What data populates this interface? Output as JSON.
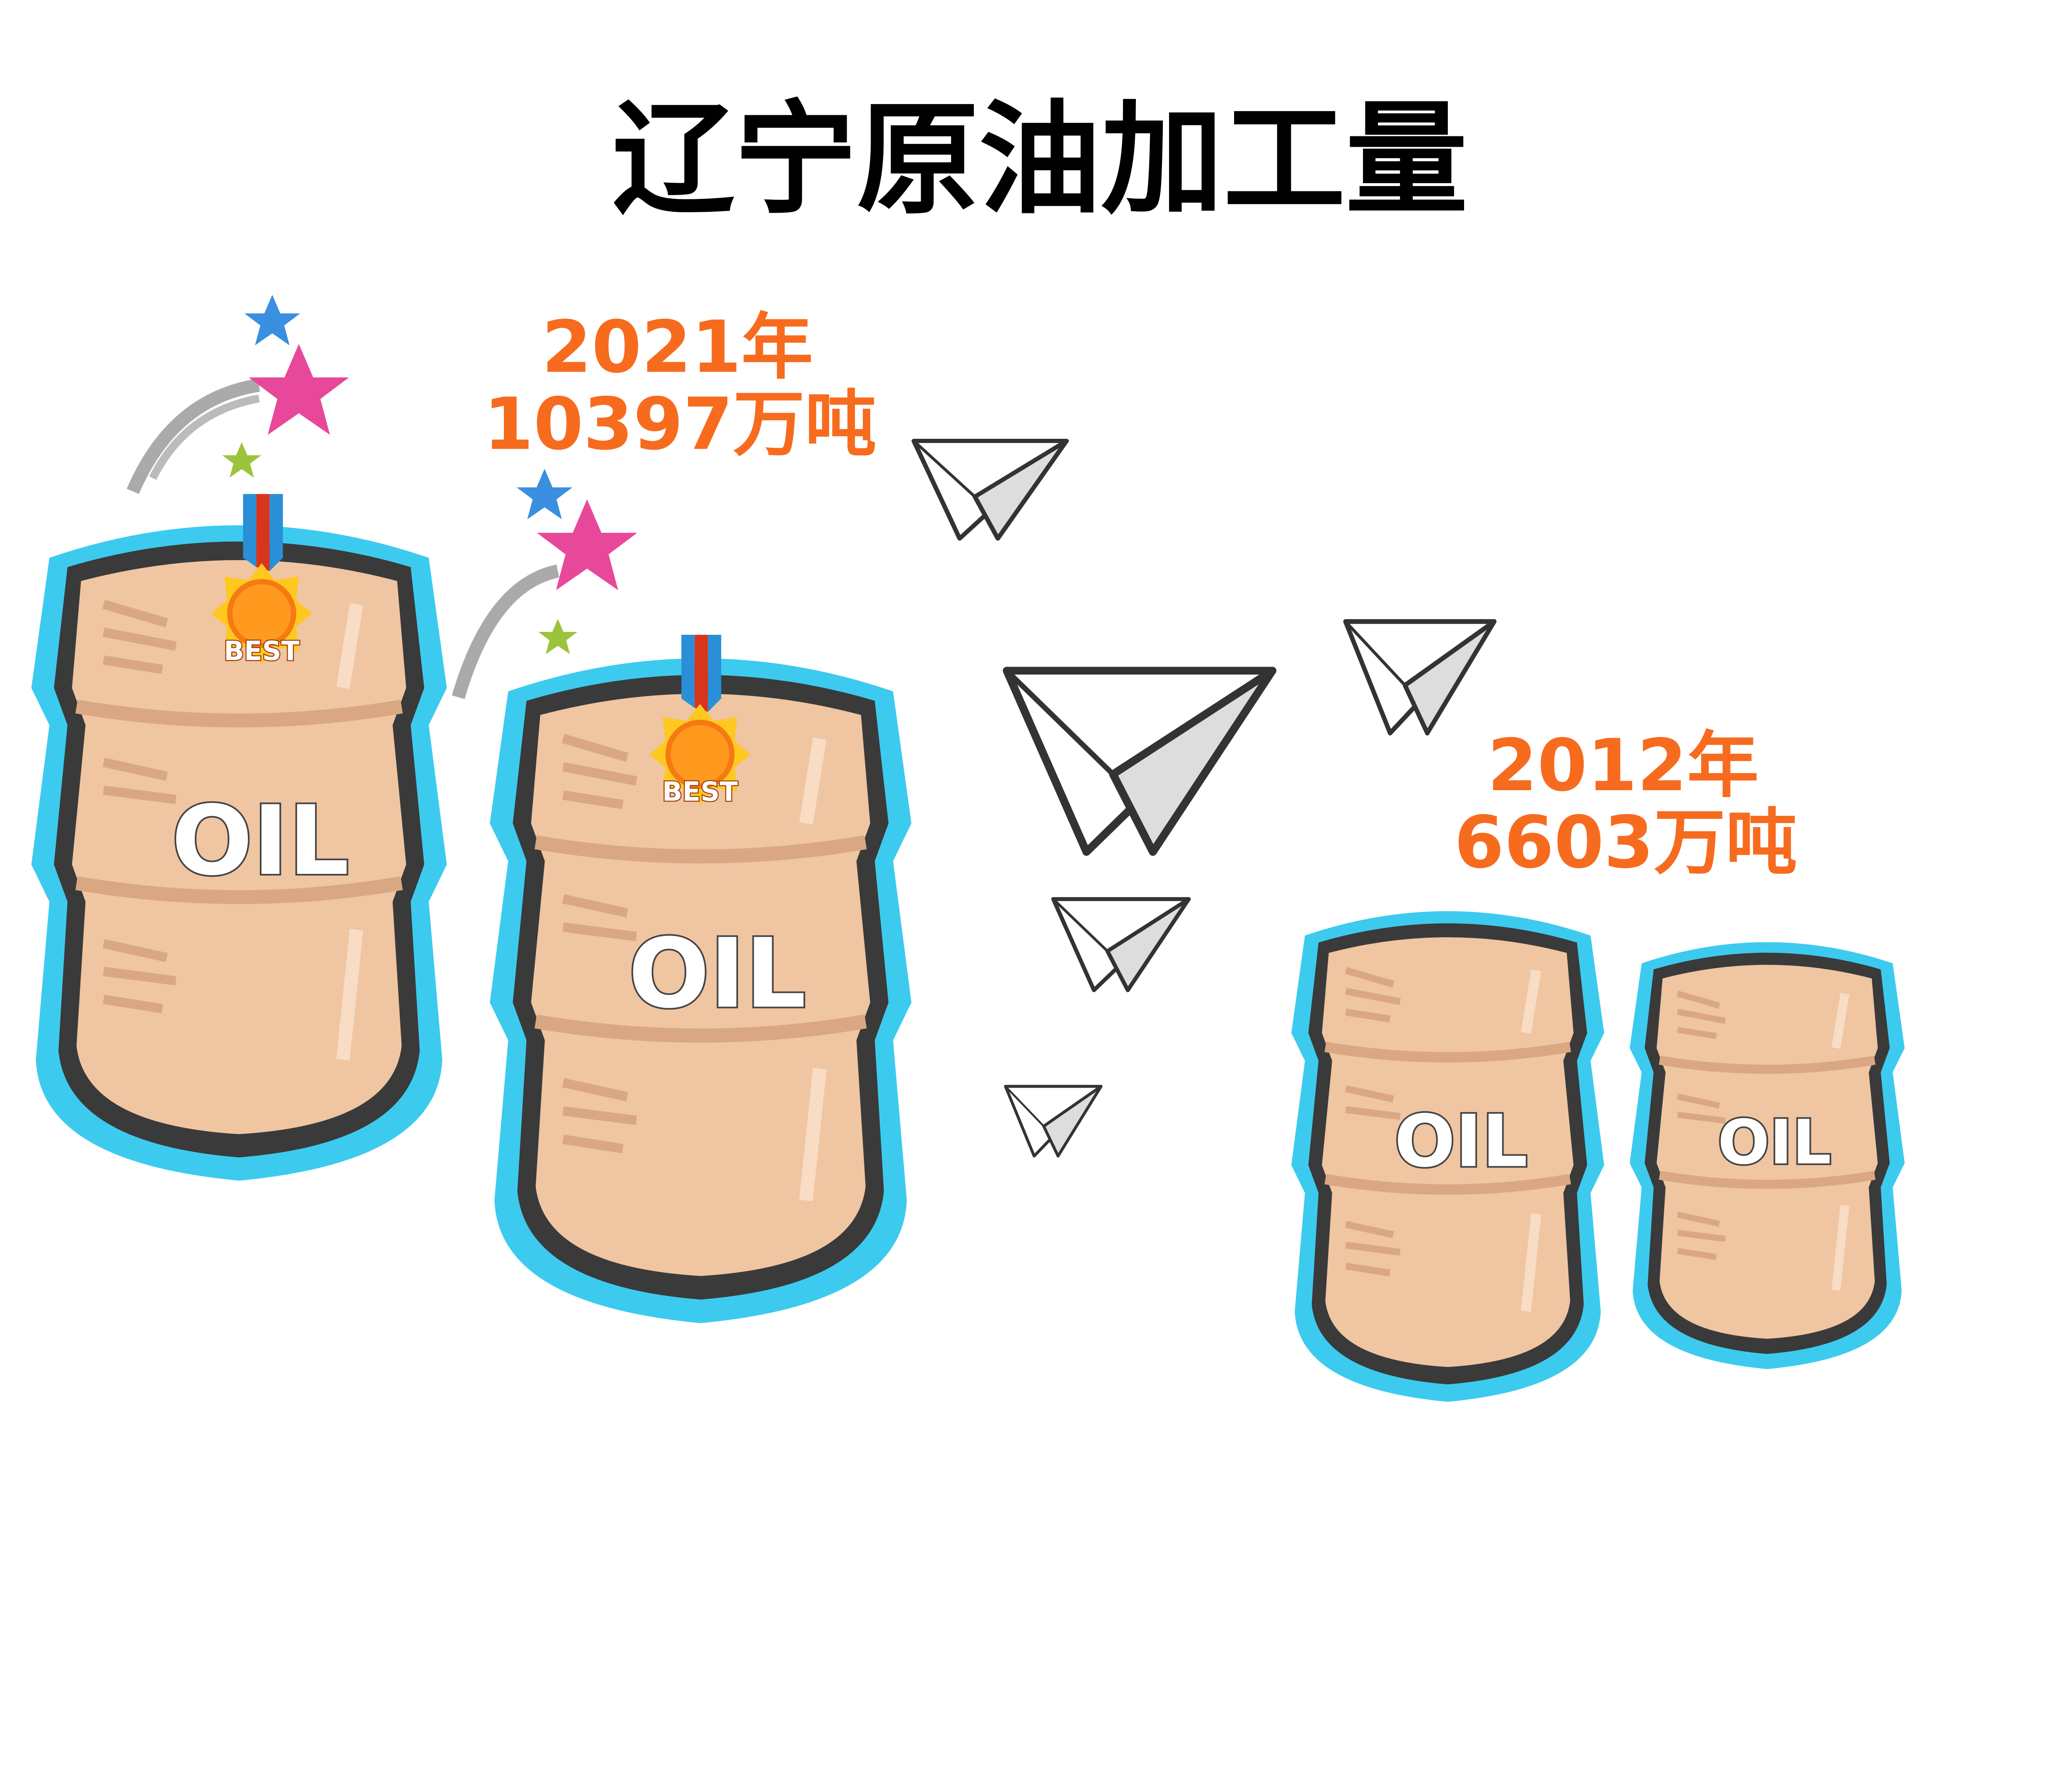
{
  "title": "辽宁原油加工量",
  "labels": [
    {
      "year": "2021年",
      "value": "10397万吨"
    },
    {
      "year": "2012年",
      "value": "6603万吨"
    }
  ],
  "barrel_text": "OIL",
  "medal_text": "BEST",
  "colors": {
    "label": "#F76B1F",
    "barrel_fill": "#EFC5A2",
    "barrel_outline": "#3a3a3a",
    "barrel_glow": "#3CCBEF"
  },
  "icons": [
    "oil-barrel-icon",
    "medal-icon",
    "star-icon",
    "paper-plane-icon"
  ]
}
